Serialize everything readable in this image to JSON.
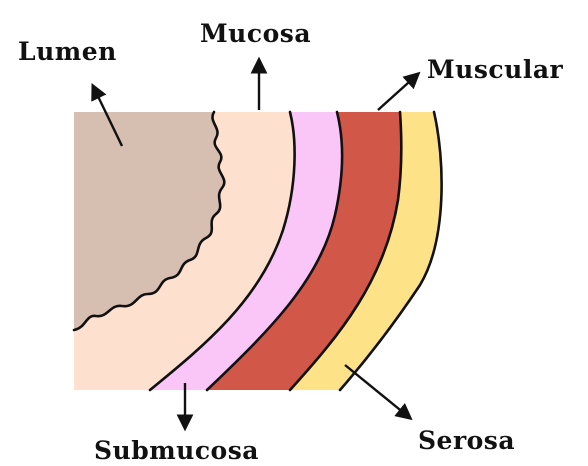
{
  "labels": {
    "lumen": "Lumen",
    "mucosa": "Mucosa",
    "muscular": "Muscular",
    "submucosa": "Submucosa",
    "serosa": "Serosa"
  },
  "colors": {
    "lumen": "#d6bfb1",
    "mucosa": "#fde0ce",
    "submucosa": "#fac6f8",
    "muscular": "#d15748",
    "serosa": "#fde287",
    "ink": "#111111"
  }
}
